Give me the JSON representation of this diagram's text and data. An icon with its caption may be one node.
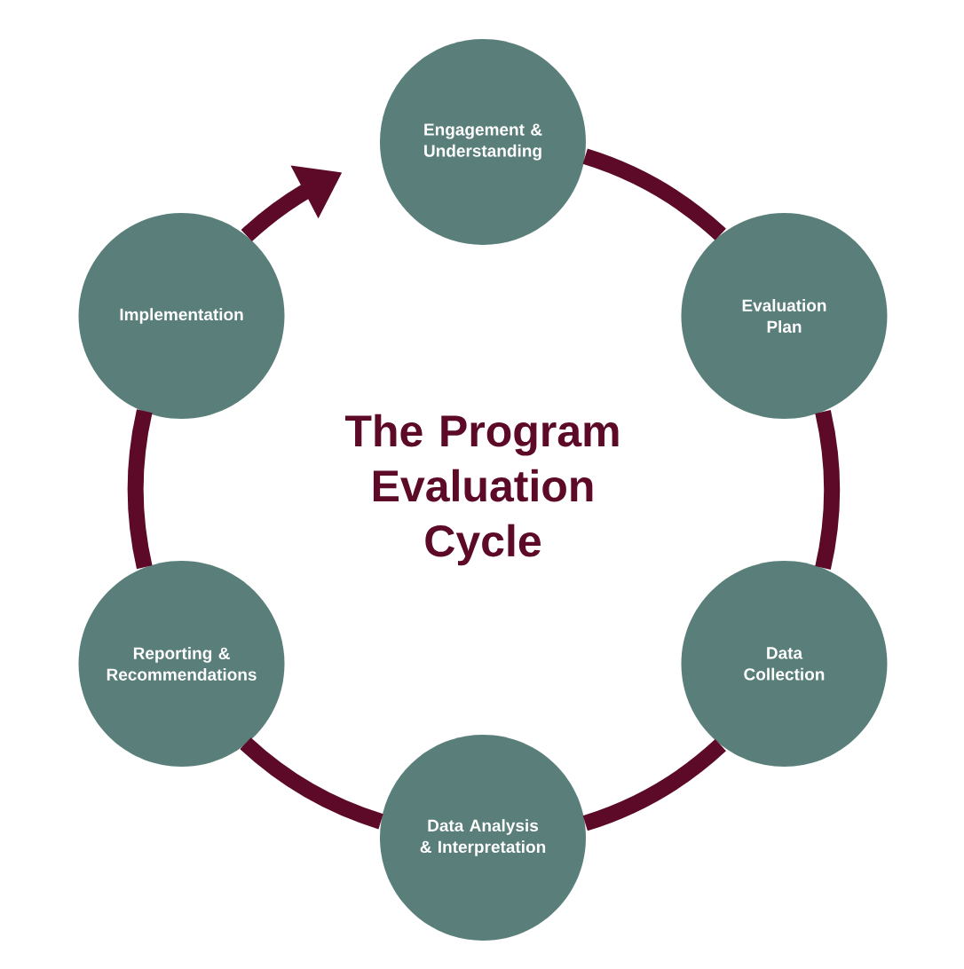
{
  "diagram": {
    "title": "The Program Evaluation Cycle",
    "nodes": [
      {
        "text": [
          "Engagement & Understanding"
        ]
      },
      {
        "text": [
          "Evaluation Plan"
        ]
      },
      {
        "text": [
          "Data Collection"
        ]
      },
      {
        "text": [
          "Data Analysis & Interpretation"
        ]
      },
      {
        "text": [
          "Reporting & Recommendations"
        ]
      },
      {
        "text": [
          "Implementation"
        ]
      }
    ],
    "edges": [
      {
        "from": 0,
        "to": 1,
        "arrow": "none"
      },
      {
        "from": 1,
        "to": 2,
        "arrow": "none"
      },
      {
        "from": 2,
        "to": 3,
        "arrow": "none"
      },
      {
        "from": 3,
        "to": 4,
        "arrow": "none"
      },
      {
        "from": 4,
        "to": 5,
        "arrow": "none"
      },
      {
        "from": 5,
        "to": 0,
        "arrow": "to"
      }
    ]
  }
}
